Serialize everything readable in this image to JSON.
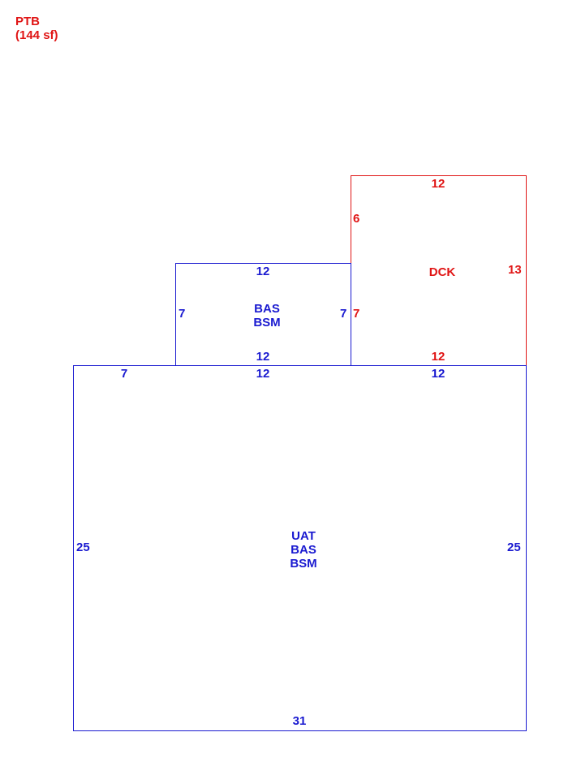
{
  "legend": {
    "code": "PTB",
    "area": "(144 sf)"
  },
  "areas": {
    "dck": {
      "label": "DCK",
      "dims": {
        "top": "12",
        "left": "6",
        "right": "13",
        "bottom": "12",
        "left_lower": "7"
      }
    },
    "bas_upper": {
      "lines": [
        "BAS",
        "BSM"
      ],
      "dims": {
        "top": "12",
        "left": "7",
        "right": "7",
        "bottom": "12"
      }
    },
    "main": {
      "lines": [
        "UAT",
        "BAS",
        "BSM"
      ],
      "dims": {
        "top_left": "7",
        "top_mid": "12",
        "top_right": "12",
        "left": "25",
        "right": "25",
        "bottom": "31"
      }
    }
  },
  "colors": {
    "blue": "#1a1ad0",
    "red": "#e01515"
  }
}
